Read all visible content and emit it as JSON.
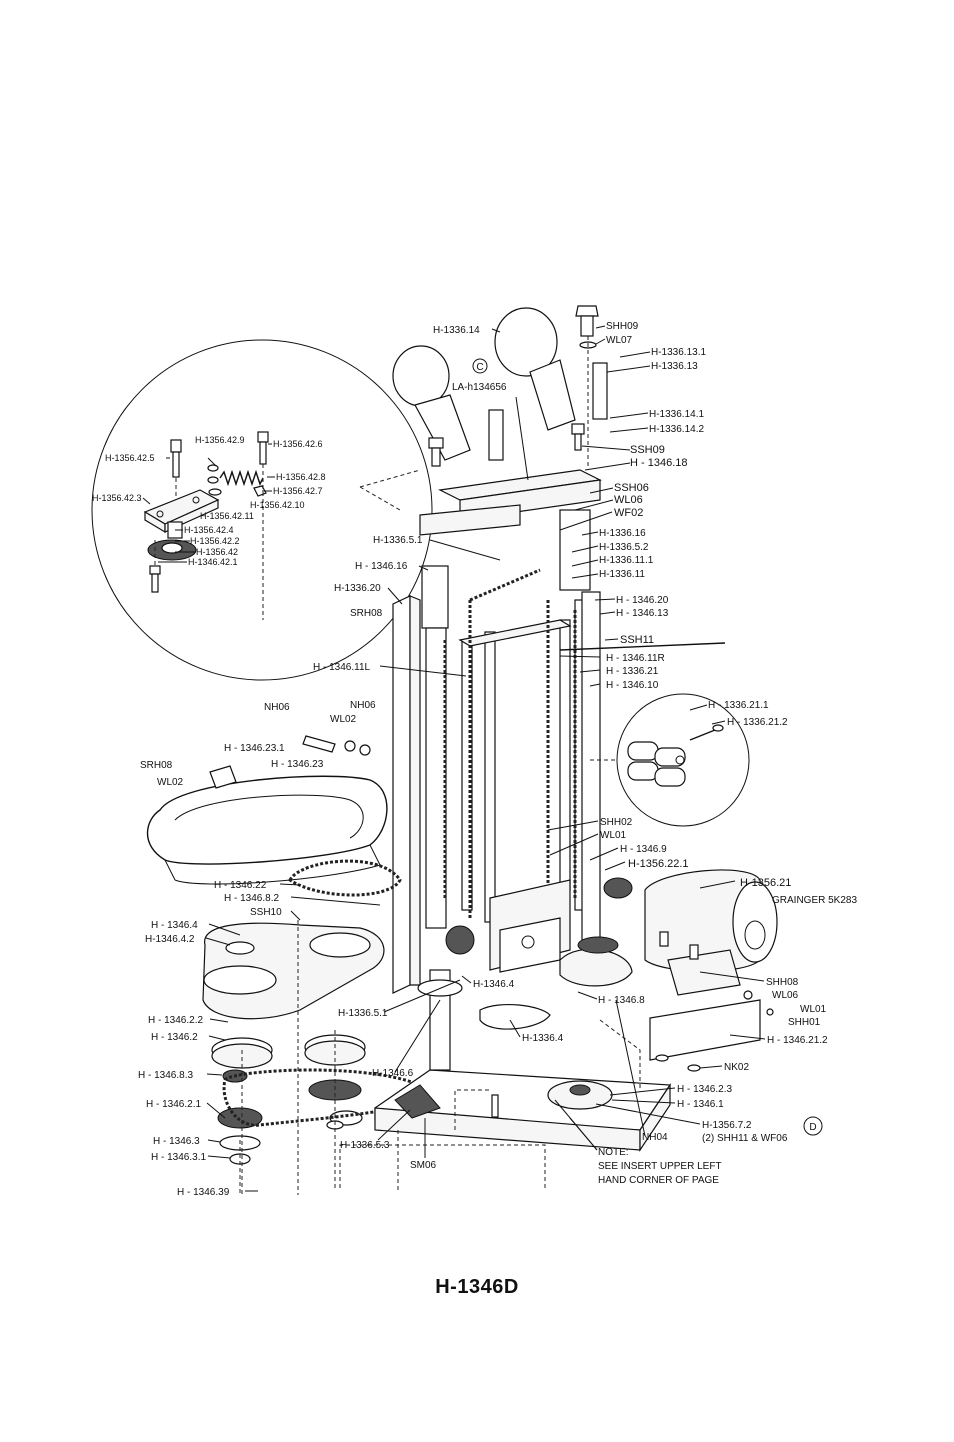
{
  "caption": "H-1346D",
  "labels": {
    "l1336_14": "H-1336.14",
    "lC": "C",
    "lD": "D",
    "la134656": "LA-h134656",
    "shh09": "SHH09",
    "wl07": "WL07",
    "l1336_13_1": "H-1336.13.1",
    "l1336_13": "H-1336.13",
    "l1336_14_1": "H-1336.14.1",
    "l1336_14_2": "H-1336.14.2",
    "ssh09": "SSH09",
    "l1346_18": "H - 1346.18",
    "ssh06": "SSH06",
    "wl06a": "WL06",
    "wf02": "WF02",
    "l1336_16a": "H-1336.16",
    "l1336_5_1a": "H-1336.5.1",
    "l1336_5_2": "H-1336.5.2",
    "l1336_11_1": "H-1336.11.1",
    "l1336_11": "H-1336.11",
    "l1346_16": "H - 1346.16",
    "l1336_20": "H-1336.20",
    "l1346_20": "H - 1346.20",
    "l1346_13": "H - 1346.13",
    "srh08a": "SRH08",
    "ssh11": "SSH11",
    "l1346_11L": "H - 1346.11L",
    "l1346_11R": "H - 1346.11R",
    "l1336_21": "H - 1336.21",
    "l1346_10": "H - 1346.10",
    "nh06a": "NH06",
    "nh06b": "NH06",
    "wl02a": "WL02",
    "l1346_23_1": "H - 1346.23.1",
    "srh08b": "SRH08",
    "wl02b": "WL02",
    "l1346_23": "H - 1346.23",
    "l1336_21_1": "H - 1336.21.1",
    "l1336_21_2": "H - 1336.21.2",
    "shh02": "SHH02",
    "wl01a": "WL01",
    "l1346_9": "H - 1346.9",
    "l1356_22_1": "H-1356.22.1",
    "l1346_22": "H - 1346.22",
    "l1346_8_2": "H - 1346.8.2",
    "shh10": "SSH10",
    "l1356_21": "H-1356.21",
    "grainger": "GRAINGER 5K283",
    "l1346_4": "H - 1346.4",
    "l1346_4_2": "H-1346.4.2",
    "l1346_4b": "H-1346.4",
    "shh08": "SHH08",
    "wl06b": "WL06",
    "wl01b": "WL01",
    "shh01": "SHH01",
    "l1346_8": "H - 1346.8",
    "l1346_2_2": "H - 1346.2.2",
    "l1346_2": "H - 1346.2",
    "l1336_5_1b": "H-1336.5.1",
    "l1336_4": "H-1336.4",
    "l1346_21_2": "H - 1346.21.2",
    "l1346_8_3": "H - 1346.8.3",
    "l1346_6": "H-1346.6",
    "nk02": "NK02",
    "l1346_2_3": "H - 1346.2.3",
    "l1346_1": "H - 1346.1",
    "l1346_2_1": "H - 1346.2.1",
    "l1356_7_2": "H-1356.7.2",
    "shh11wf06": "(2) SHH11 & WF06",
    "nh04": "NH04",
    "l1346_3": "H - 1346.3",
    "l1346_3_1": "H - 1346.3.1",
    "l1336_5_3": "H-1336.5.3",
    "sm06": "SM06",
    "note1": "NOTE:",
    "note2": "SEE INSERT UPPER LEFT",
    "note3": "HAND CORNER OF PAGE",
    "l1346_39": "H - 1346.39",
    "i1356_42_9": "H-1356.42.9",
    "i1356_42_6": "H-1356.42.6",
    "i1356_42_5": "H-1356.42.5",
    "i1356_42_8": "H-1356.42.8",
    "i1356_42_7": "H-1356.42.7",
    "i1356_42_3": "H-1356.42.3",
    "i1356_42_10": "H-1356.42.10",
    "i1356_42_11": "H-1356.42.11",
    "i1356_42_4": "H-1356.42.4",
    "i1356_42_2": "H-1356.42.2",
    "i1356_42": "H-1356.42",
    "i1346_42_1": "H-1346.42.1"
  }
}
